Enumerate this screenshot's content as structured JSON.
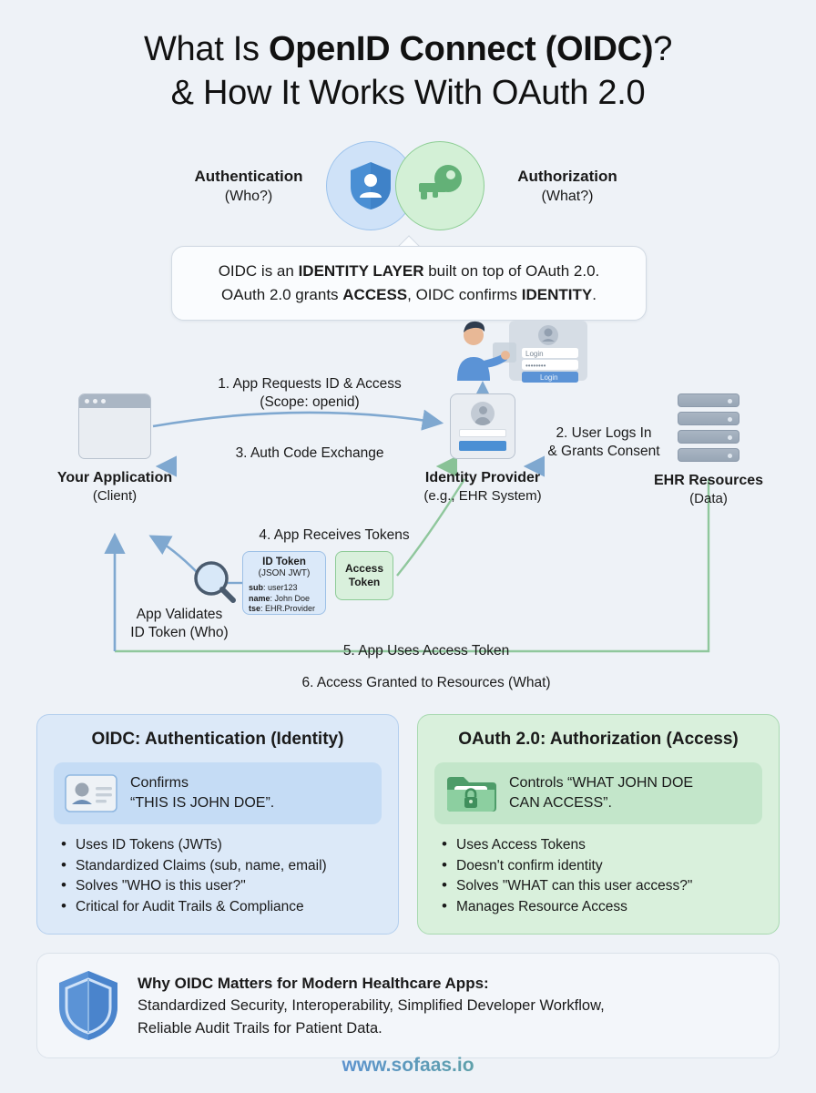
{
  "title": {
    "line1_prefix": "What Is ",
    "line1_bold": "OpenID Connect (OIDC)",
    "line1_suffix": "?",
    "line2": "& How It Works With OAuth 2.0"
  },
  "concepts": {
    "left": {
      "label": "Authentication",
      "sub": "(Who?)",
      "icon": "shield-person-icon",
      "color": "#4a8fd4"
    },
    "right": {
      "label": "Authorization",
      "sub": "(What?)",
      "icon": "key-icon",
      "color": "#63b177"
    }
  },
  "callout": {
    "line1_a": "OIDC is an ",
    "line1_b": "IDENTITY LAYER",
    "line1_c": " built on top of OAuth 2.0.",
    "line2_a": "OAuth 2.0 grants ",
    "line2_b": "ACCESS",
    "line2_c": ", OIDC confirms ",
    "line2_d": "IDENTITY",
    "line2_e": "."
  },
  "diagram": {
    "nodes": {
      "app": {
        "label": "Your Application",
        "sub": "(Client)"
      },
      "idp": {
        "label": "Identity Provider",
        "sub": "(e.g., EHR System)"
      },
      "ehr": {
        "label": "EHR Resources",
        "sub": "(Data)"
      }
    },
    "login_illustration": {
      "username_placeholder": "Login",
      "password_masked": "••••••••",
      "button_label": "Login"
    },
    "steps": {
      "s1_l1": "1. App Requests ID & Access",
      "s1_l2": "(Scope: openid)",
      "s2_l1": "2. User Logs In",
      "s2_l2": "& Grants Consent",
      "s3": "3. Auth Code Exchange",
      "s4": "4. App Receives Tokens",
      "s5": "5. App Uses Access Token",
      "s6": "6. Access Granted to Resources (What)",
      "validate_l1": "App Validates",
      "validate_l2": "ID Token (Who)"
    },
    "id_token": {
      "title": "ID Token",
      "subtitle": "(JSON JWT)",
      "claim1_key": "sub",
      "claim1_val": ": user123",
      "claim2_key": "name",
      "claim2_val": ": John Doe",
      "claim3_key": "tse",
      "claim3_val": ": EHR.Provider"
    },
    "access_token": {
      "title_l1": "Access",
      "title_l2": "Token"
    }
  },
  "panels": [
    {
      "id": "oidc",
      "title": "OIDC: Authentication (Identity)",
      "icon": "id-card-icon",
      "highlight_l1": "Confirms",
      "highlight_l2": "“THIS IS JOHN DOE”.",
      "bullets": [
        "Uses ID Tokens (JWTs)",
        "Standardized Claims (sub, name, email)",
        "Solves \"WHO is this user?\"",
        "Critical for Audit Trails & Compliance"
      ],
      "accent": "#4a8fd4"
    },
    {
      "id": "oauth",
      "title": "OAuth 2.0: Authorization (Access)",
      "icon": "locked-folder-icon",
      "highlight_l1": "Controls “WHAT JOHN DOE",
      "highlight_l2": "CAN ACCESS”.",
      "bullets": [
        "Uses Access Tokens",
        "Doesn't confirm identity",
        "Solves \"WHAT can this user access?\"",
        "Manages Resource Access"
      ],
      "accent": "#63b177"
    }
  ],
  "why": {
    "icon": "shield-icon",
    "title": "Why OIDC Matters for Modern Healthcare Apps:",
    "line1": "Standardized Security, Interoperability, Simplified Developer Workflow,",
    "line2": "Reliable Audit Trails for Patient Data."
  },
  "footer": {
    "url": "www.sofaas.io"
  }
}
